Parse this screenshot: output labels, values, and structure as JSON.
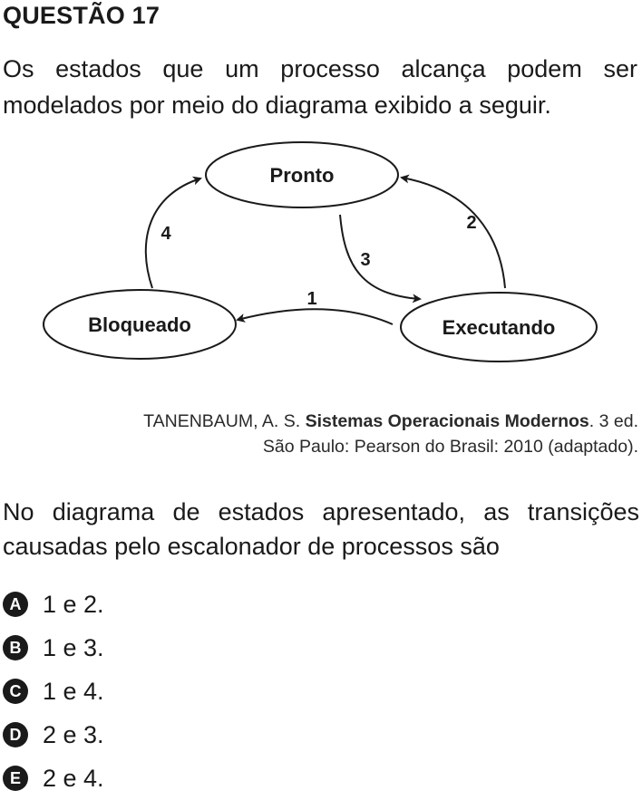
{
  "title": "QUESTÃO 17",
  "intro": "Os estados que um processo alcança podem ser modelados por meio do diagrama exibido a seguir.",
  "diagram": {
    "states": {
      "pronto": "Pronto",
      "bloqueado": "Bloqueado",
      "executando": "Executando"
    },
    "transitions": {
      "t1": "1",
      "t2": "2",
      "t3": "3",
      "t4": "4"
    }
  },
  "citation": {
    "author": "TANENBAUM, A. S.",
    "work": "Sistemas Operacionais Modernos",
    "edition": ". 3 ed.",
    "publisher": "São Paulo: Pearson do Brasil: 2010 (adaptado)."
  },
  "question": "No diagrama de estados apresentado, as transições causadas pelo escalonador de processos são",
  "options": [
    {
      "letter": "A",
      "text": "1 e 2."
    },
    {
      "letter": "B",
      "text": "1 e 3."
    },
    {
      "letter": "C",
      "text": "1 e 4."
    },
    {
      "letter": "D",
      "text": "2 e 3."
    },
    {
      "letter": "E",
      "text": "2 e 4."
    }
  ]
}
